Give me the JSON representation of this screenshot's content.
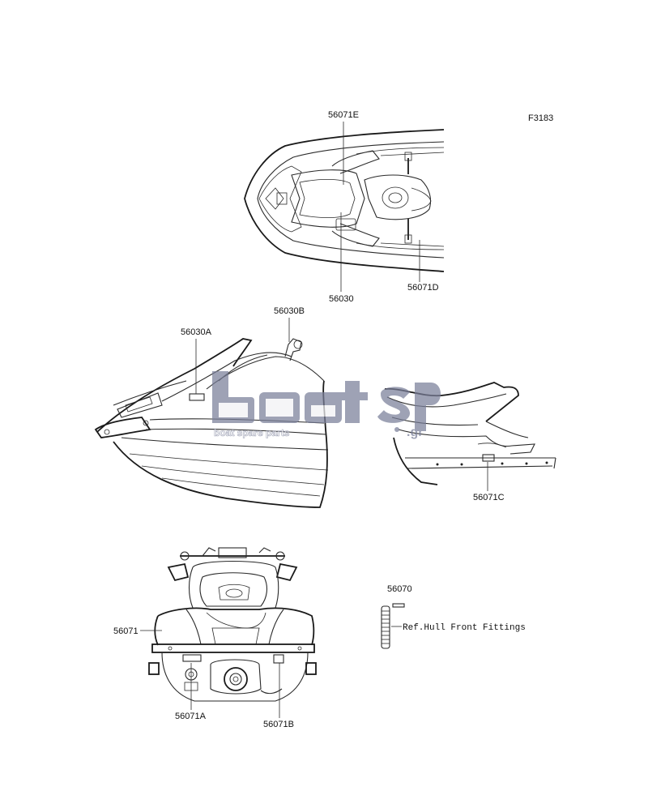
{
  "figure_code": "F3183",
  "callouts": {
    "c56071E": "56071E",
    "c56030": "56030",
    "c56071D": "56071D",
    "c56030A": "56030A",
    "c56030B": "56030B",
    "c56071C": "56071C",
    "c56071": "56071",
    "c56071A": "56071A",
    "c56071B": "56071B",
    "c56070": "56070",
    "ref_note": "Ref.Hull Front Fittings"
  },
  "watermark": {
    "brand": "boatsp",
    "suffix": ".gr",
    "tagline": "boat spare parts",
    "color": "#7a7f99"
  }
}
